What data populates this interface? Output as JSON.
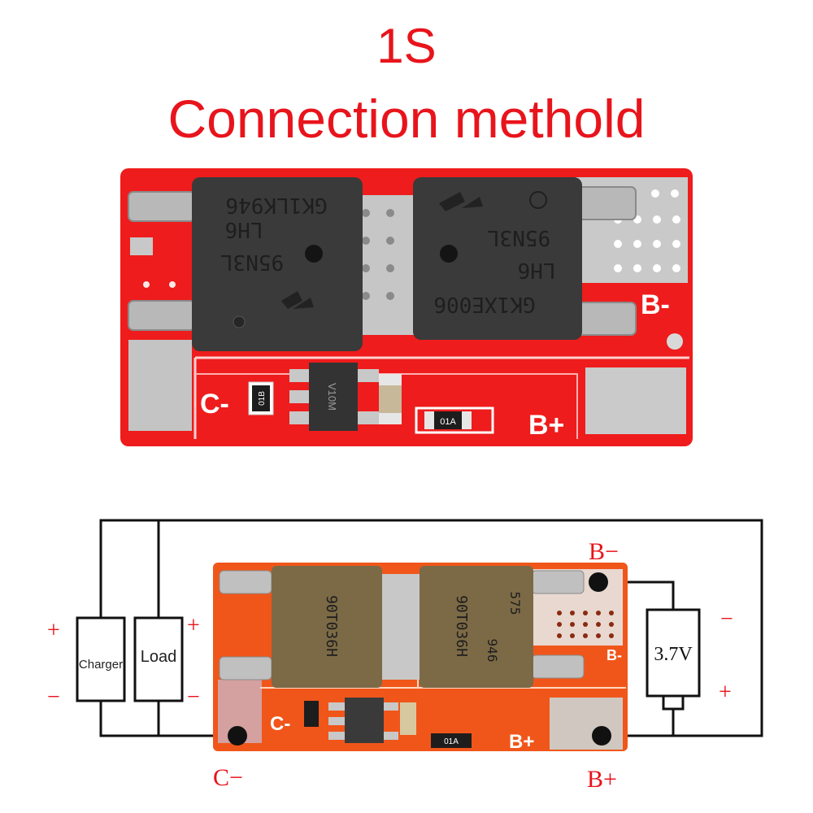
{
  "title": {
    "line1": "1S",
    "line2": "Connection methold"
  },
  "top_board": {
    "chip_left_text": [
      "GK1LK946",
      "LH6",
      "95N3L"
    ],
    "chip_right_text": [
      "95N3L",
      "LH6",
      "GK1XE006"
    ],
    "silk": {
      "c_minus": "C-",
      "b_plus": "B+",
      "b_minus": "B-"
    },
    "resistor_1": "01B",
    "resistor_2": "01A",
    "ic_text": "V10M"
  },
  "bottom_diagram": {
    "charger_label": "Charger",
    "load_label": "Load",
    "battery_label": "3.7V",
    "plus": "+",
    "minus": "−",
    "terminal_b_minus": "B−",
    "terminal_b_plus": "B+",
    "terminal_c_minus": "C−",
    "board_silk_c": "C-",
    "board_silk_b": "B+",
    "board_silk_b_small": "B-",
    "chip_left_text": "90T036H",
    "chip_right_text": [
      "90T036H",
      "946",
      "575"
    ],
    "resistor": "01A"
  },
  "colors": {
    "title": "#e8141c",
    "pcb_top": "#ee1c1c",
    "pcb_bottom": "#f0561a",
    "chip": "#3a3a3a",
    "chip_bottom": "#7c6a46"
  }
}
